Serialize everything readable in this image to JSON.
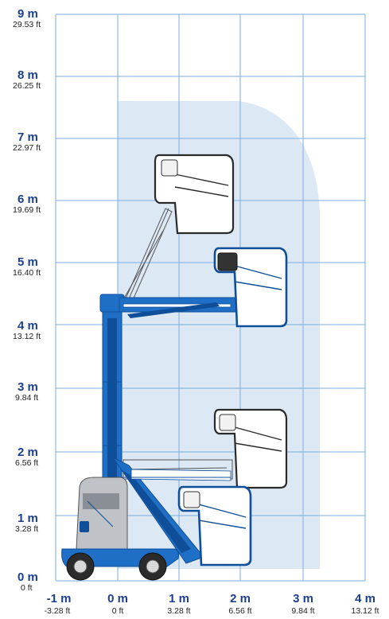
{
  "colors": {
    "grid": "#7aaee3",
    "envelope": "#dde8f5",
    "label": "#1a3f8f",
    "ft_label": "#222222",
    "lift_blue": "#1f6fc6",
    "lift_dark": "#0f4f9a",
    "platform_line": "#2a2a2a",
    "chassis_grey": "#bfc3c8"
  },
  "icons": [
    "platform-basket-icon",
    "control-box-icon",
    "wheel-icon"
  ],
  "y_axis": {
    "ticks": [
      {
        "m": "0 m",
        "ft": "0 ft"
      },
      {
        "m": "1 m",
        "ft": "3.28 ft"
      },
      {
        "m": "2 m",
        "ft": "6.56 ft"
      },
      {
        "m": "3 m",
        "ft": "9.84 ft"
      },
      {
        "m": "4 m",
        "ft": "13.12 ft"
      },
      {
        "m": "5 m",
        "ft": "16.40 ft"
      },
      {
        "m": "6 m",
        "ft": "19.69 ft"
      },
      {
        "m": "7 m",
        "ft": "22.97 ft"
      },
      {
        "m": "8 m",
        "ft": "26.25 ft"
      },
      {
        "m": "9 m",
        "ft": "29.53 ft"
      }
    ]
  },
  "x_axis": {
    "ticks": [
      {
        "m": "-1 m",
        "ft": "-3.28 ft"
      },
      {
        "m": "0 m",
        "ft": "0 ft"
      },
      {
        "m": "1 m",
        "ft": "3.28 ft"
      },
      {
        "m": "2 m",
        "ft": "6.56 ft"
      },
      {
        "m": "3 m",
        "ft": "9.84 ft"
      },
      {
        "m": "4 m",
        "ft": "13.12 ft"
      }
    ]
  }
}
